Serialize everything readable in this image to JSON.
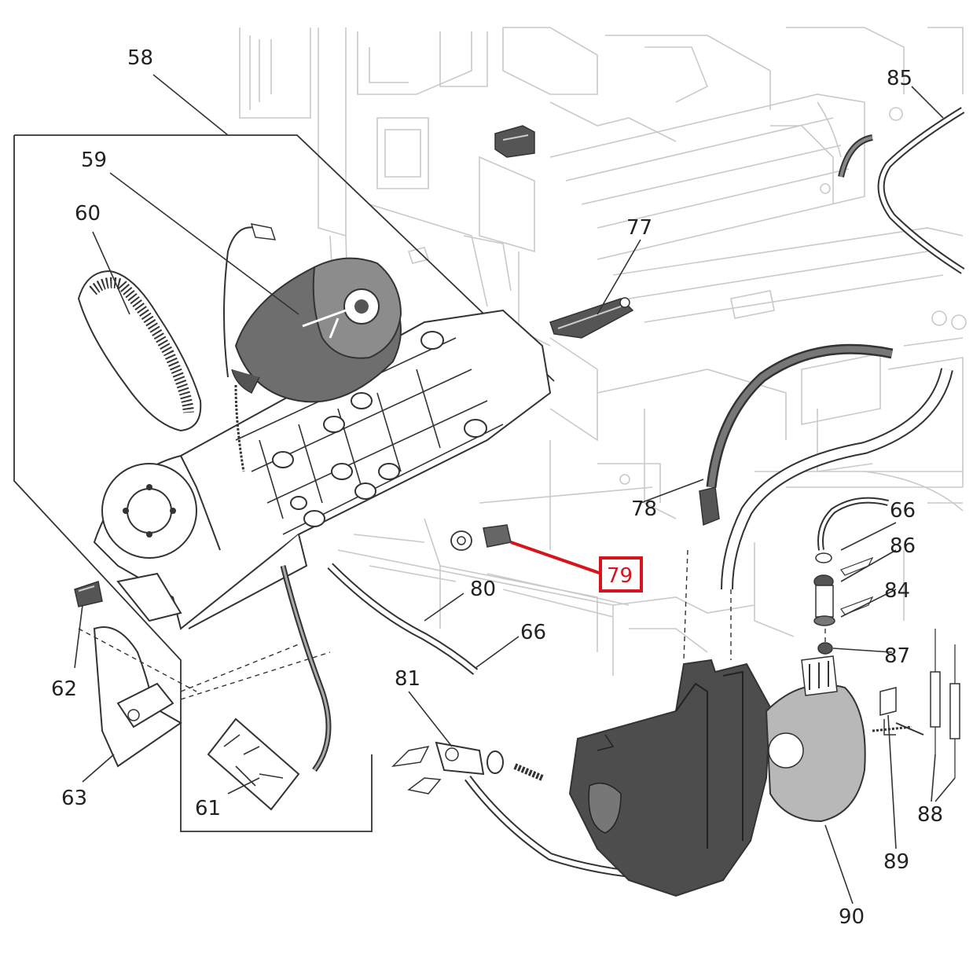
{
  "colors": {
    "background": "#ffffff",
    "line": "#333333",
    "background_line": "#c9c9c9",
    "dark_part": "#4d4d4d",
    "mid_part": "#7a7a7a",
    "highlight": "#d6141c"
  },
  "highlight_label": "79",
  "labels": {
    "l58": "58",
    "l59": "59",
    "l60": "60",
    "l61": "61",
    "l62": "62",
    "l63": "63",
    "l66a": "66",
    "l66b": "66",
    "l77": "77",
    "l78": "78",
    "l79": "79",
    "l80": "80",
    "l81": "81",
    "l84": "84",
    "l85": "85",
    "l86": "86",
    "l87": "87",
    "l88": "88",
    "l89": "89",
    "l90": "90"
  }
}
